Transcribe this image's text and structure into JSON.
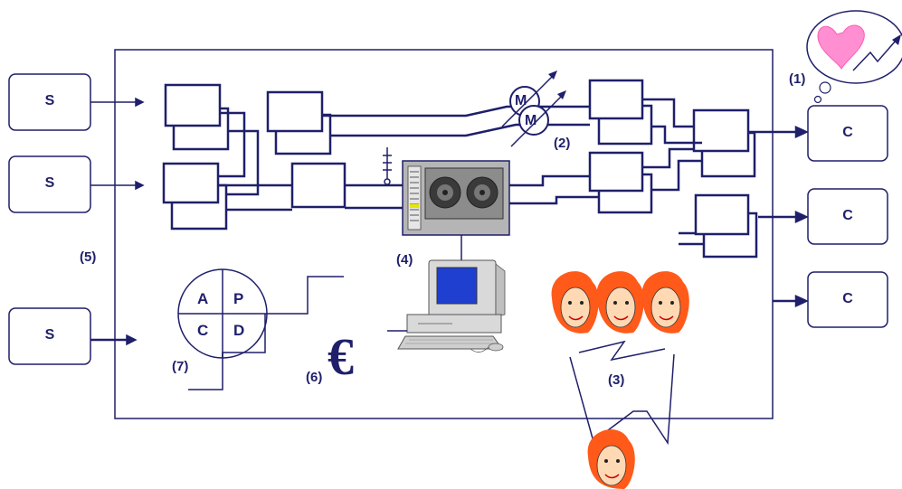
{
  "suppliers": [
    {
      "label": "S"
    },
    {
      "label": "S"
    },
    {
      "label": "S"
    }
  ],
  "customers": [
    {
      "label": "C"
    },
    {
      "label": "C"
    },
    {
      "label": "C"
    }
  ],
  "annotations": {
    "satisfaction": "(1)",
    "measurement": "(2)",
    "people": "(3)",
    "equipment": "(4)",
    "process_system": "(5)",
    "finance": "(6)",
    "improvement": "(7)"
  },
  "meters": {
    "upper": "M",
    "lower": "M"
  },
  "pdca": {
    "plan": "P",
    "do": "D",
    "check": "C",
    "act": "A"
  },
  "currency_symbol": "€",
  "colors": {
    "line": "#1f1f6b",
    "heart": "#ff8fd0",
    "screen": "#1f3fd0",
    "hair": "#ff5a1a",
    "face": "#ffd9b3"
  }
}
